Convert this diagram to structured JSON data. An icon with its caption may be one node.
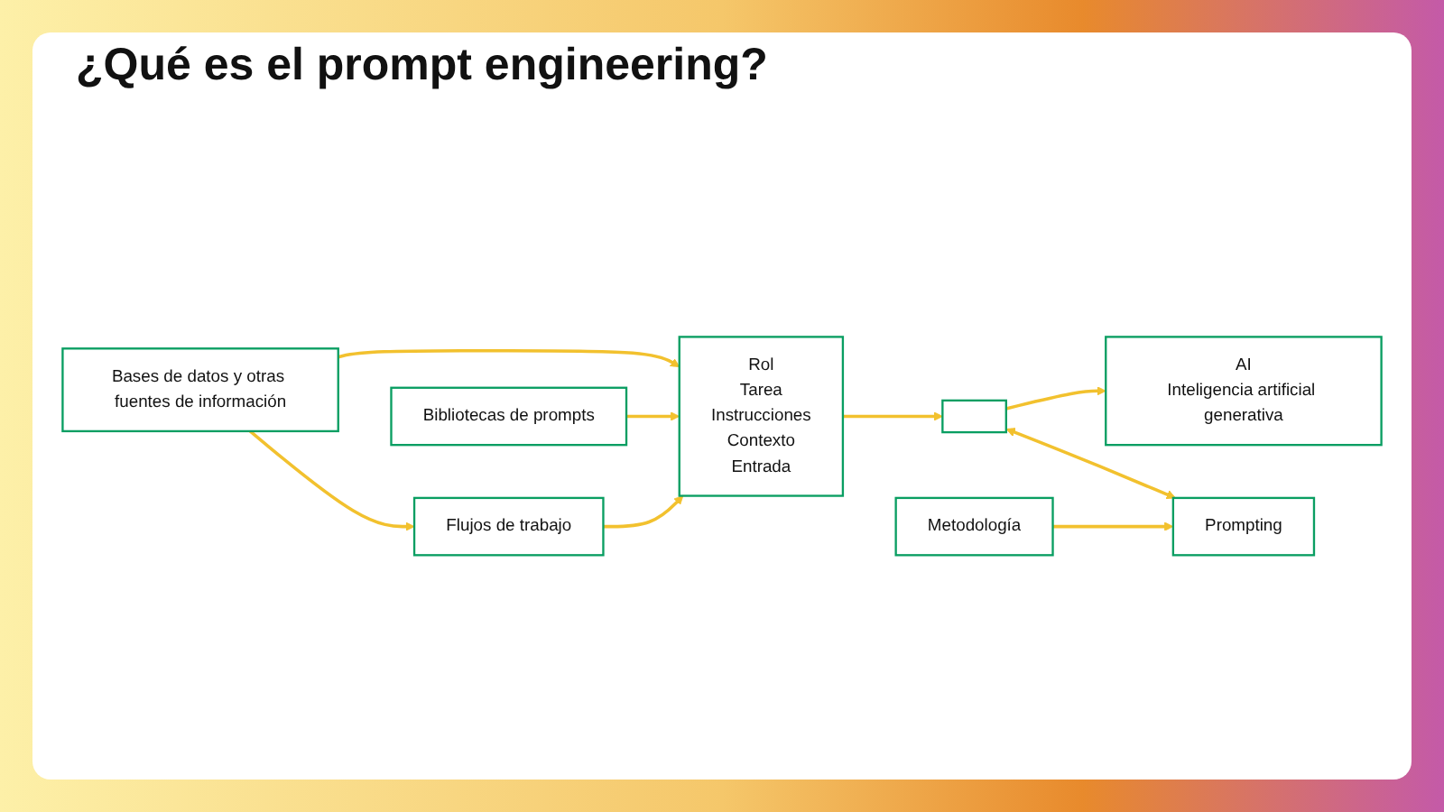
{
  "diagram": {
    "title": "¿Qué es el prompt engineering?",
    "nodes": [
      {
        "text": [
          "Bases de datos y otras fuentes de información"
        ]
      },
      {
        "text": [
          "Flujos de trabajo"
        ]
      },
      {
        "text": [
          "Rol",
          "Tarea",
          "Instrucciones",
          "Contexto",
          "Entrada"
        ]
      },
      {
        "text": [],
        "shape": "box"
      },
      {
        "text": [
          "AI",
          "Inteligencia artificial generativa"
        ]
      },
      {
        "text": [
          "Bibliotecas de prompts"
        ]
      },
      {
        "text": [
          "Metodología"
        ]
      },
      {
        "text": [
          "Prompting"
        ]
      }
    ],
    "edges": [
      {
        "from": 0,
        "to": 2,
        "arrow": "to"
      },
      {
        "from": 0,
        "to": 1,
        "arrow": "to"
      },
      {
        "from": 1,
        "to": 2,
        "arrow": "to"
      },
      {
        "from": 5,
        "to": 2,
        "arrow": "to"
      },
      {
        "from": 2,
        "to": 3,
        "arrow": "to"
      },
      {
        "from": 3,
        "to": 4,
        "arrow": "to"
      },
      {
        "from": 6,
        "to": 7,
        "arrow": "to"
      },
      {
        "from": 3,
        "to": 7,
        "arrow": "both"
      }
    ]
  }
}
